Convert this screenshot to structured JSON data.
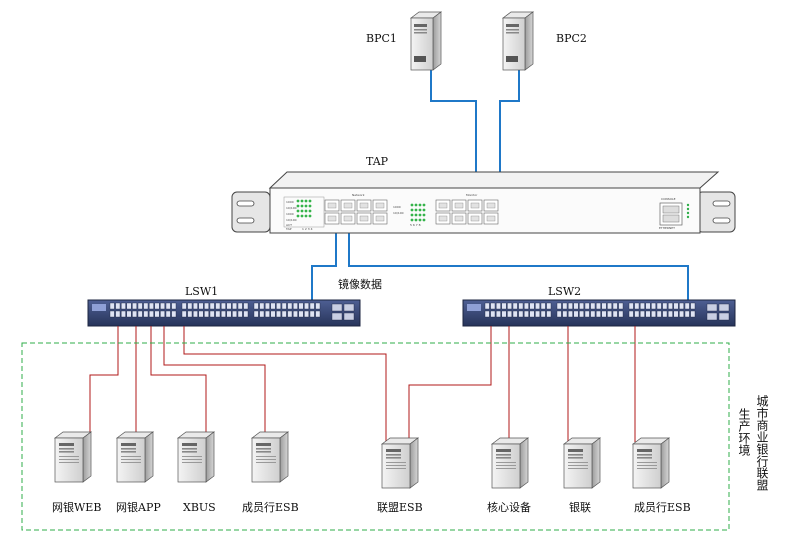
{
  "nodes": {
    "bpc1": "BPC1",
    "bpc2": "BPC2",
    "tap": "TAP",
    "lsw1": "LSW1",
    "lsw2": "LSW2",
    "mirror": "镜像数据",
    "web": "网银WEB",
    "app": "网银APP",
    "xbus": "XBUS",
    "esb1": "成员行ESB",
    "lmesb": "联盟ESB",
    "core": "核心设备",
    "unionpay": "银联",
    "esb2": "成员行ESB"
  },
  "tap_panel": {
    "network": "Network",
    "monitor": "Monitor",
    "console": "CONSOLE",
    "ethernet": "ETHERNET",
    "speed_1000": "1000",
    "speed_10100": "10/100",
    "act": "ACT",
    "tap_small": "TAP",
    "ports_left": "1 2 3 4",
    "ports_right": "5 6 7 8"
  },
  "zone": {
    "col1": "城市商业银行联盟",
    "col2": "生产环境"
  },
  "colors": {
    "blue_link": "#1f78c8",
    "red_link": "#b01818",
    "zone_border": "#2fae4a",
    "server_face": "#e7e7e7",
    "server_side": "#bdbdbd",
    "switch_body": "#3a4a78"
  }
}
